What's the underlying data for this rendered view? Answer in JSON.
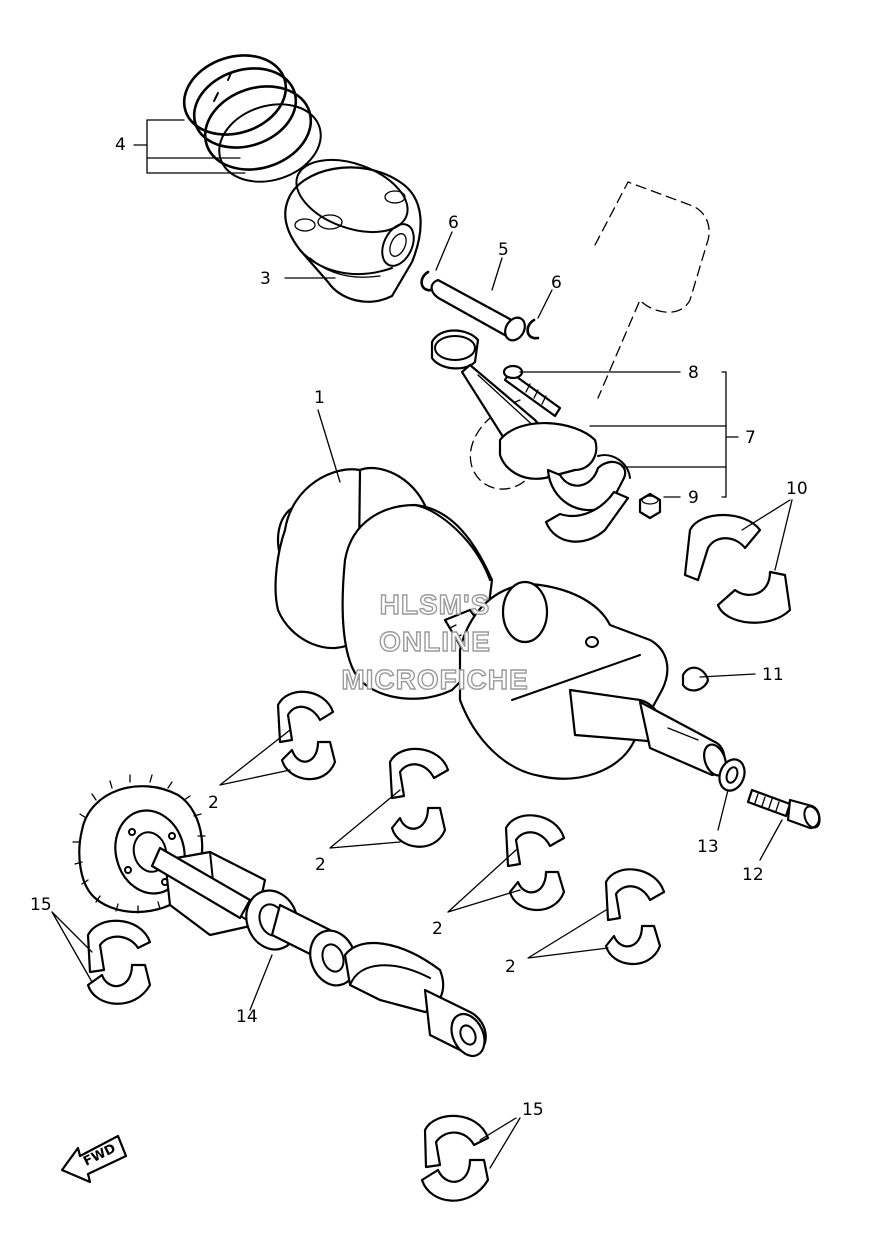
{
  "watermark": {
    "line1": "HLSM'S",
    "line2": "ONLINE",
    "line3": "MICROFICHE"
  },
  "direction_badge": "FWD",
  "callouts": {
    "c1": "1",
    "c2a": "2",
    "c2b": "2",
    "c2c": "2",
    "c2d": "2",
    "c3": "3",
    "c4": "4",
    "c5": "5",
    "c6a": "6",
    "c6b": "6",
    "c7": "7",
    "c8": "8",
    "c9": "9",
    "c10": "10",
    "c11": "11",
    "c12": "12",
    "c13": "13",
    "c14": "14",
    "c15a": "15",
    "c15b": "15"
  }
}
